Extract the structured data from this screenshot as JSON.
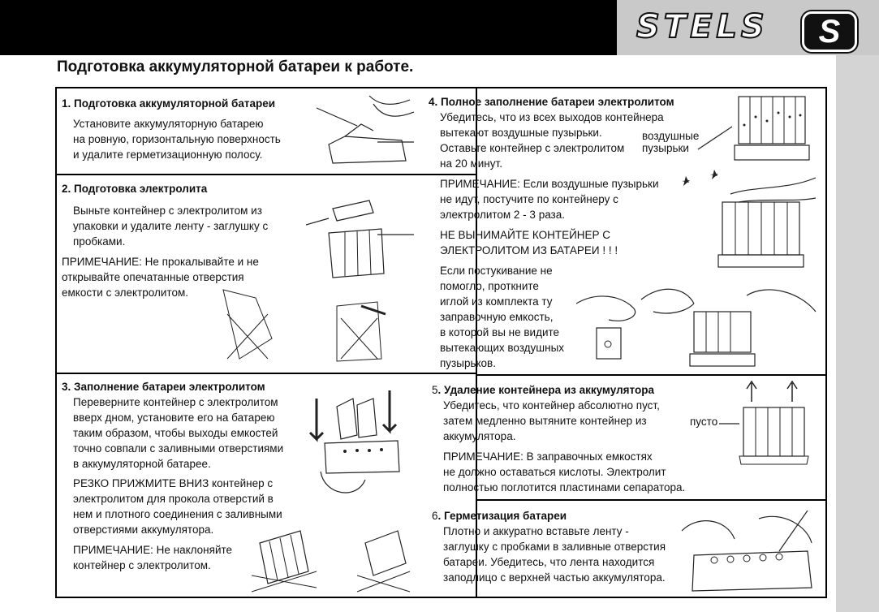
{
  "header": {
    "logo_text": "STELS",
    "logo_badge": "S"
  },
  "page_title": "Подготовка аккумуляторной батареи к работе.",
  "sections": {
    "s1": {
      "heading": "1. Подготовка аккумуляторной батареи",
      "lines": [
        "Установите   аккумуляторную   батарею",
        "на ровную, горизонтальную поверхность",
        "и удалите герметизационную полосу."
      ]
    },
    "s2": {
      "heading": "2. Подготовка электролита",
      "lines": [
        "Выньте контейнер  с электролитом  из",
        "упаковки и удалите ленту - заглушку с",
        "пробками."
      ],
      "note": [
        "ПРИМЕЧАНИЕ:   Не прокалывайте и не",
        "открывайте   опечатанные   отверстия",
        "емкости  с  электролитом."
      ]
    },
    "s3": {
      "heading": "3. Заполнение батареи электролитом",
      "lines": [
        "Переверните  контейнер  с электролитом",
        "вверх  дном,  установите  его на батарею",
        "таким образом, чтобы  выходы  емкостей",
        "точно совпали с заливными отверстиями",
        "в аккумуляторной батарее."
      ],
      "lines2": [
        "РЕЗКО ПРИЖМИТЕ ВНИЗ   контейнер  с",
        "электролитом для  прокола  отверстий  в",
        "нем и плотного соединения с заливными",
        "отверстиями аккумулятора."
      ],
      "note": [
        "ПРИМЕЧАНИЕ:  Не наклоняйте",
        "контейнер с электролитом."
      ]
    },
    "s4": {
      "heading": "4. Полное заполнение батареи электролитом",
      "lines": [
        "Убедитесь, что из всех выходов контейнера",
        "вытекают воздушные пузырьки.",
        "Оставьте контейнер с электролитом",
        "на 20 минут."
      ],
      "bubbles_label": [
        "воздушные",
        "пузырьки"
      ],
      "note": [
        "ПРИМЕЧАНИЕ:   Если воздушные пузырьки",
        "не   идут,  постучите  по  контейнеру   с",
        "электролитом  2 - 3 раза."
      ],
      "warning": [
        "НЕ   ВЫНИМАЙТЕ   КОНТЕЙНЕР   С",
        "ЭЛЕКТРОЛИТОМ   ИЗ   БАТАРЕИ   ! ! !"
      ],
      "extra": [
        "Если  постукивание  не",
        "помогло,      проткните",
        "иглой  из комплекта ту",
        "заправочную  емкость,",
        "в которой вы не видите",
        "вытекающих воздушных",
        "пузырьков."
      ]
    },
    "s5": {
      "heading_num": "5",
      "heading_text": ". Удаление контейнера из аккумулятора",
      "lines": [
        "Убедитесь, что контейнер абсолютно пуст,",
        "затем   медленно   вытяните   контейнер   из",
        "аккумулятора."
      ],
      "empty_label": "пусто",
      "note": [
        "ПРИМЕЧАНИЕ:  В заправочных емкостях",
        "не должно оставаться кислоты. Электролит",
        "полностью поглотится пластинами сепаратора."
      ]
    },
    "s6": {
      "heading_num": "6",
      "heading_text": ". Герметизация батареи",
      "lines": [
        "Плотно и аккуратно вставьте ленту -",
        "заглушку с пробками в заливные отверстия",
        "батареи. Убедитесь, что лента находится",
        "заподлицо с верхней частью аккумулятора."
      ]
    }
  }
}
